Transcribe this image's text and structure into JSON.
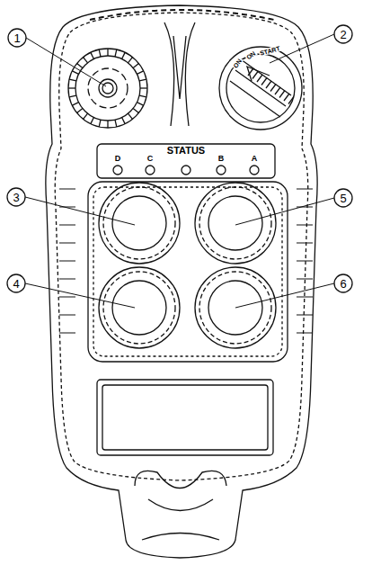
{
  "diagram": {
    "nodes": [
      {
        "text": [
          "D",
          "C",
          "STATUS",
          "B",
          "A"
        ]
      }
    ],
    "labels": [
      "1",
      "2",
      "3",
      "4",
      "5",
      "6",
      "ON",
      "ON",
      "START"
    ]
  }
}
